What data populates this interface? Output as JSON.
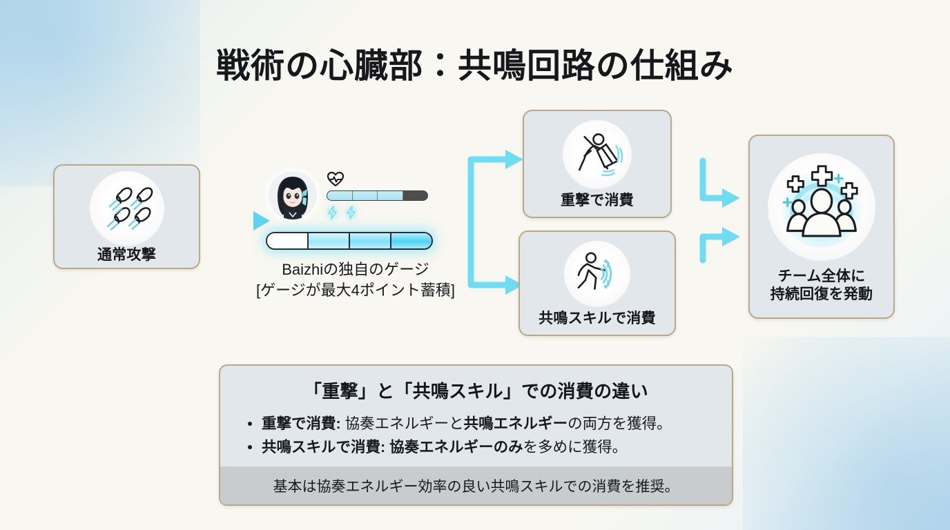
{
  "page": {
    "title": "戦術の心臓部：共鳴回路の仕組み"
  },
  "colors": {
    "accent_cyan": "#6fdcf3",
    "card_border": "#b8a887",
    "card_fill": "#e2e7ec",
    "footer_fill": "#c9ccce",
    "text": "#17191d"
  },
  "nodes": {
    "normal_attack": {
      "label": "通常攻撃",
      "icon": "projectiles-icon"
    },
    "heavy_attack": {
      "label": "重撃で消費",
      "icon": "heavy-swing-icon"
    },
    "resonance_skill": {
      "label": "共鳴スキルで消費",
      "icon": "energy-wave-icon"
    },
    "team_heal": {
      "label_line1": "チーム全体に",
      "label_line2": "持続回復を発動",
      "icon": "team-heal-icon"
    }
  },
  "gauge_group": {
    "avatar_name": "baizhi-avatar",
    "hp_icon": "heart-pulse-icon",
    "hp_bar": {
      "segments": 4,
      "filled": 3
    },
    "bolts": 2,
    "resonance_gauge": {
      "segments": 4,
      "filled": 3,
      "empty": 1
    },
    "caption_line1": "Baizhiの独自のゲージ",
    "caption_line2": "[ゲージが最大4ポイント蓄積]"
  },
  "comparison": {
    "title": "「重撃」と「共鳴スキル」での消費の違い",
    "items": [
      {
        "term": "重撃で消費:",
        "text_a": " 協奏エネルギーと",
        "strong": "共鳴エネルギー",
        "text_b": "の両方を獲得。"
      },
      {
        "term": "共鳴スキルで消費:",
        "text_a": " ",
        "strong": "協奏エネルギーのみ",
        "text_b": "を多めに獲得。"
      }
    ],
    "footer": "基本は協奏エネルギー効率の良い共鳴スキルでの消費を推奨。"
  }
}
